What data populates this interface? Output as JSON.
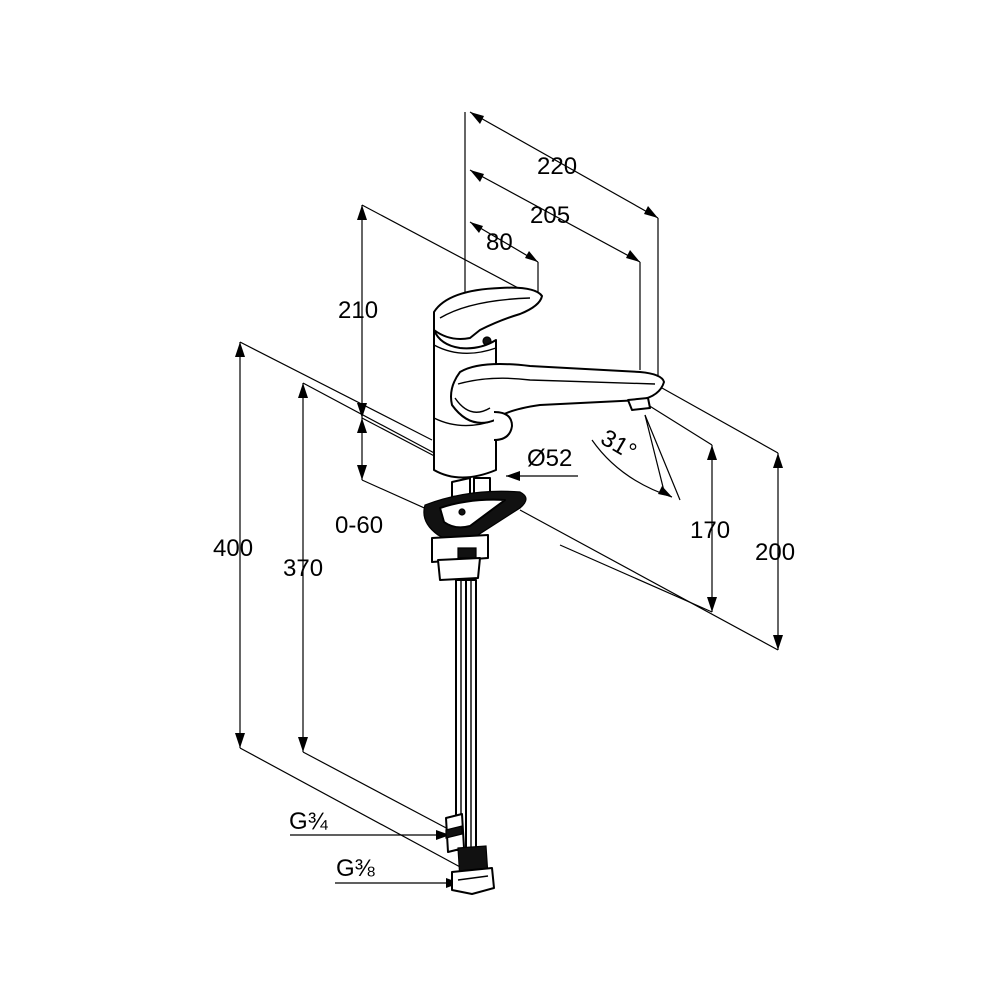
{
  "dimensions": {
    "spout_reach_total": "220",
    "spout_reach_outlet": "205",
    "lever_offset": "80",
    "height_above_deck": "210",
    "deck_thickness": "0-60",
    "overall_height": "400",
    "hose_length": "370",
    "base_diameter": "Ø52",
    "swivel_angle": "31°",
    "outlet_height": "170",
    "spout_height": "200",
    "thread_large": "G¾",
    "thread_small": "G⅜"
  }
}
